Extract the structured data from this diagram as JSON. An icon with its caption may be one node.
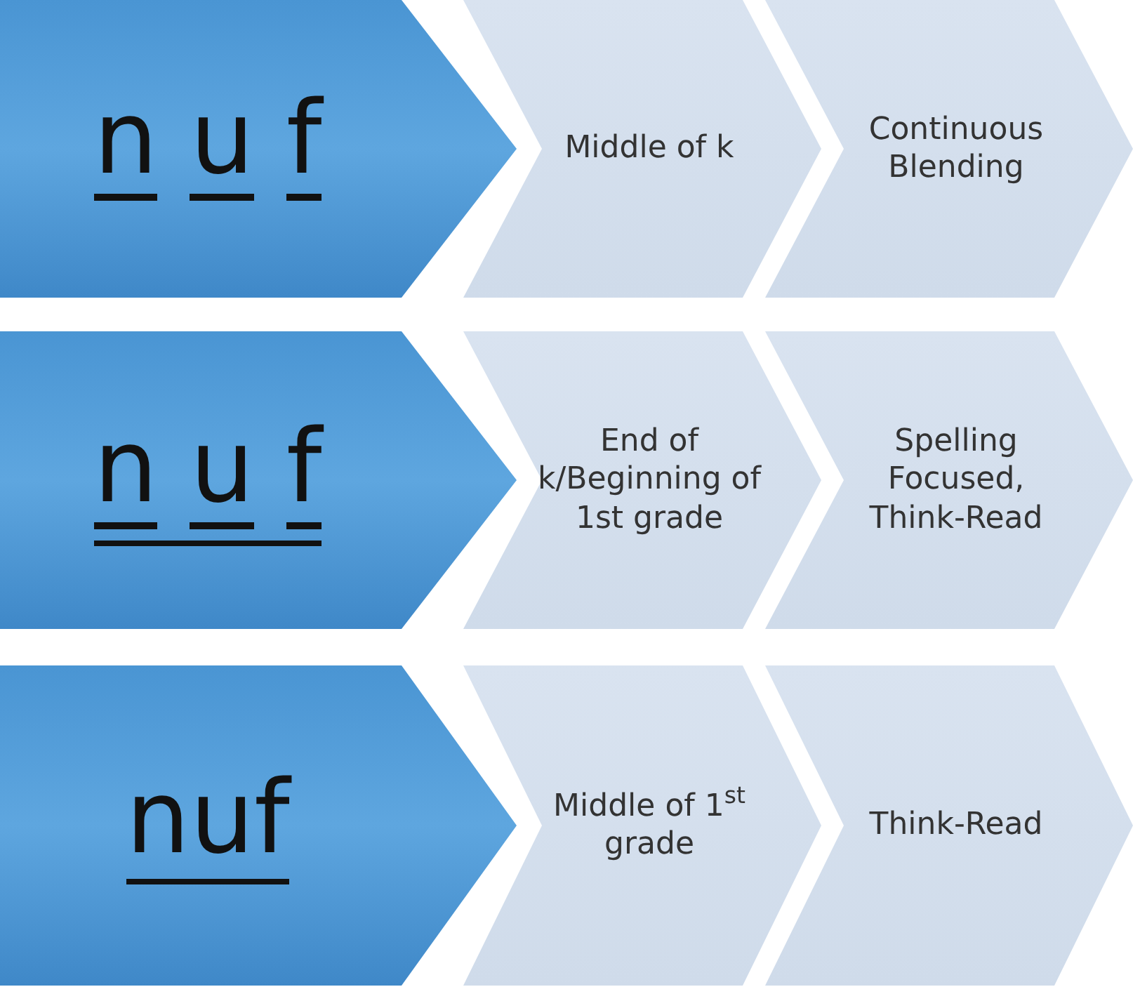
{
  "diagram": {
    "nodes": [
      {
        "text": [
          "n u f"
        ]
      },
      {
        "text": [
          "Middle of k"
        ]
      },
      {
        "text": [
          "Continuous Blending"
        ]
      },
      {
        "text": [
          "n u f"
        ]
      },
      {
        "text": [
          "End of k/Beginning of 1st grade"
        ]
      },
      {
        "text": [
          "Spelling Focused, Think-Read"
        ]
      },
      {
        "text": [
          "nuf"
        ]
      },
      {
        "text": [
          "Middle of 1$^{st}$ grade"
        ]
      },
      {
        "text": [
          "Think-Read"
        ]
      }
    ]
  }
}
